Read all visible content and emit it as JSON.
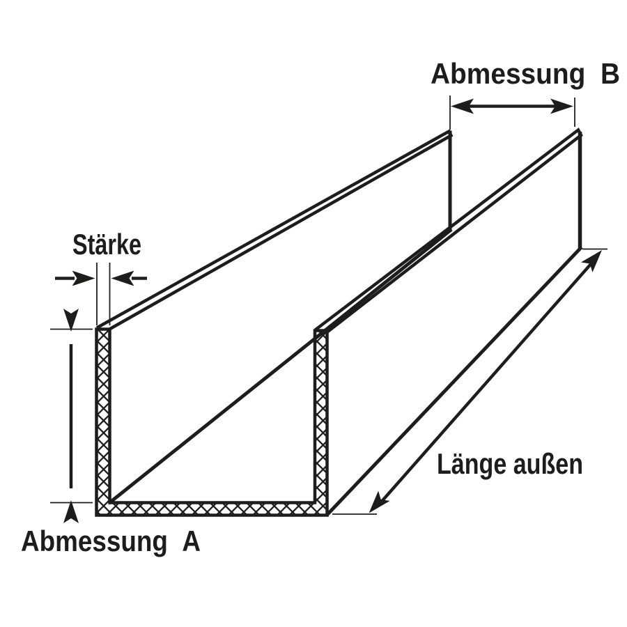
{
  "drawing": {
    "ink_color": "#1d1d1b",
    "background_color": "#ffffff",
    "labels": {
      "dimension_b": "Abmessung  B",
      "thickness": "Stärke",
      "dimension_a": "Abmessung  A",
      "outer_length": "Länge außen"
    }
  }
}
